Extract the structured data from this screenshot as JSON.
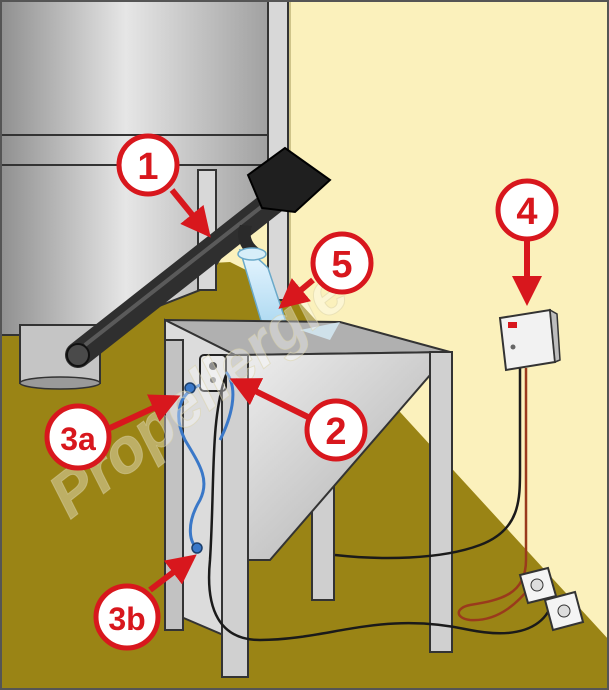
{
  "callouts": [
    {
      "id": "1",
      "label": "1"
    },
    {
      "id": "2",
      "label": "2"
    },
    {
      "id": "3a",
      "label": "3a"
    },
    {
      "id": "3b",
      "label": "3b"
    },
    {
      "id": "4",
      "label": "4"
    },
    {
      "id": "5",
      "label": "5"
    }
  ],
  "watermark": "Propellergie",
  "colors": {
    "wall": "#fbf1bc",
    "floor": "#9a8415",
    "silo": "#b9b9b9",
    "metal": "#d6d6d6",
    "auger": "#2f2f2f",
    "callout_red": "#d8171d",
    "hose_blue": "#3a78c8",
    "cable_brown": "#9a3a1c",
    "pellet_flow": "#b8ddf2"
  }
}
